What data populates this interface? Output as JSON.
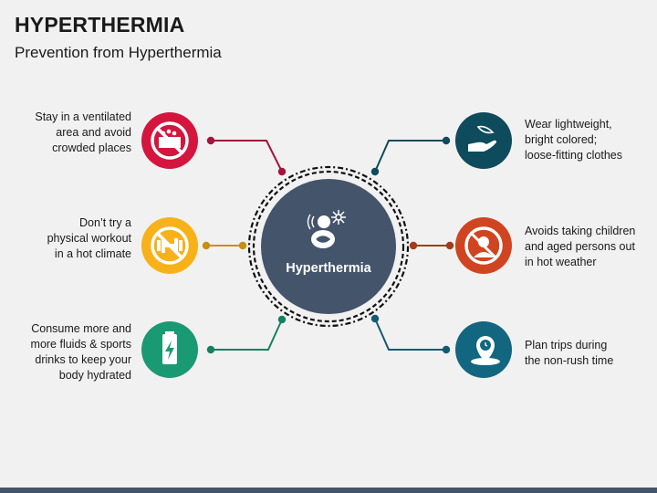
{
  "header": {
    "title": "HYPERTHERMIA",
    "subtitle": "Prevention from Hyperthermia"
  },
  "center": {
    "label": "Hyperthermia",
    "icon": "person-heat-icon",
    "color": "#44546A"
  },
  "items": [
    {
      "side": "left",
      "text_lines": [
        "Stay in a ventilated",
        "area and avoid",
        "crowded places"
      ],
      "icon": "no-crowd-icon",
      "color": "#D4163F"
    },
    {
      "side": "left",
      "text_lines": [
        "Don’t try a",
        "physical workout",
        "in a hot climate"
      ],
      "icon": "no-dumbbell-icon",
      "color": "#F7B21A"
    },
    {
      "side": "left",
      "text_lines": [
        "Consume more and",
        "more fluids & sports",
        "drinks to keep your",
        "body hydrated"
      ],
      "icon": "energy-drink-icon",
      "color": "#1A9A72"
    },
    {
      "side": "right",
      "text_lines": [
        "Wear lightweight,",
        "bright colored;",
        "loose-fitting clothes"
      ],
      "icon": "feather-hand-icon",
      "color": "#0E4B5C"
    },
    {
      "side": "right",
      "text_lines": [
        "Avoids taking children",
        "and aged persons out",
        "in hot weather"
      ],
      "icon": "no-persons-icon",
      "color": "#D04521"
    },
    {
      "side": "right",
      "text_lines": [
        "Plan trips during",
        "the non-rush time"
      ],
      "icon": "location-clock-icon",
      "color": "#126680"
    }
  ],
  "colors": {
    "background": "#F1F1F1",
    "footer": "#44546A"
  }
}
